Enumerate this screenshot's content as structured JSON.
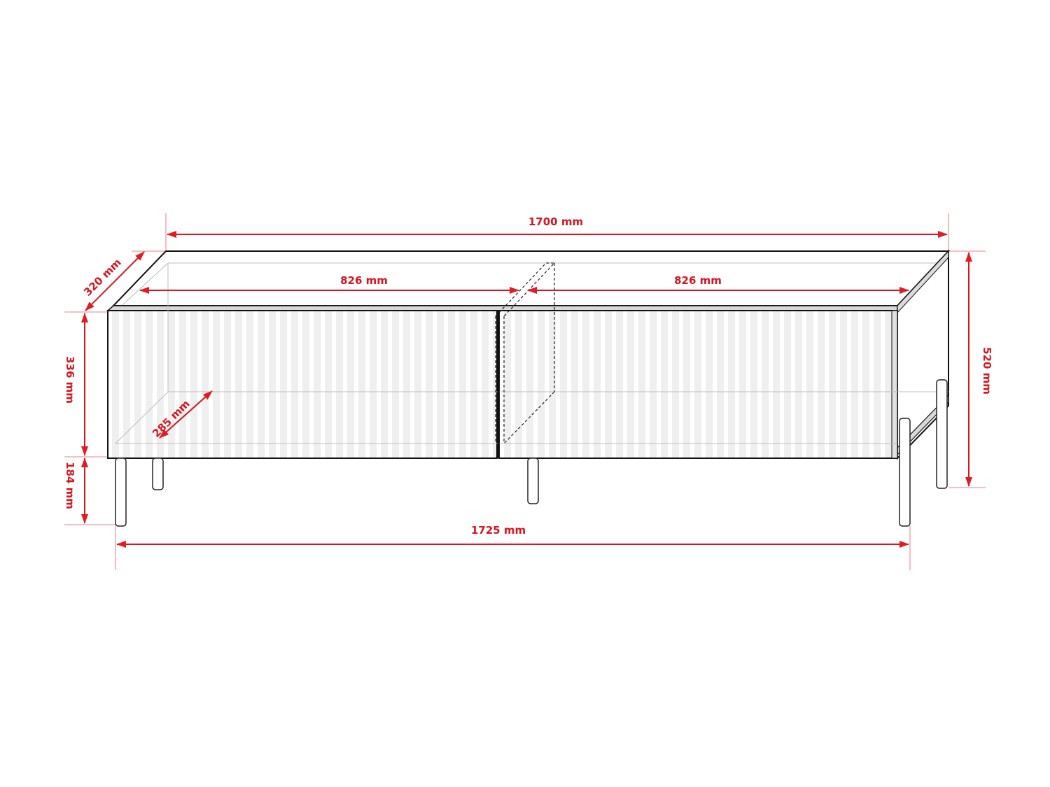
{
  "diagram": {
    "subject": "TV cabinet dimension drawing",
    "accent_color": "#d7141f",
    "line_color": "#111111",
    "flute_color": "#efefef",
    "dimensions": {
      "total_top_width": "1700 mm",
      "left_door_width": "826 mm",
      "right_door_width": "826 mm",
      "depth": "320 mm",
      "inner_depth": "285 mm",
      "body_height": "336 mm",
      "leg_height": "184 mm",
      "total_height": "520 mm",
      "total_width_with_legs": "1725 mm"
    }
  }
}
